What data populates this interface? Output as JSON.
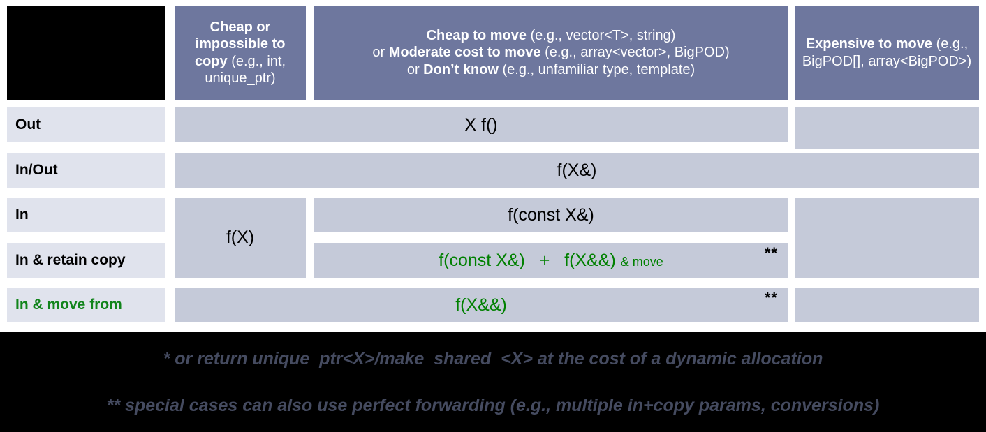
{
  "title": "C++ parameter passing guidelines table",
  "header": {
    "corner_label": "",
    "columns": [
      {
        "id": "cheap-or-impossible-to-copy",
        "strong": "Cheap or impossible to copy",
        "examples": " (e.g., int, unique_ptr)"
      },
      {
        "id": "cheap-to-move",
        "line1_strong": "Cheap to move",
        "line1_rest": " (e.g., vector<T>, string)",
        "line2_prefix": "or ",
        "line2_strong": "Moderate cost to move",
        "line2_rest": " (e.g., array<vector>, BigPOD)",
        "line3_prefix": "or ",
        "line3_strong": "Don’t know",
        "line3_rest": " (e.g., unfamiliar type, template)"
      },
      {
        "id": "expensive-to-move",
        "strong": "Expensive to move",
        "examples": " (e.g., BigPOD[], array<BigPOD>)"
      }
    ]
  },
  "rows": [
    {
      "id": "out",
      "label": "Out"
    },
    {
      "id": "in-out",
      "label": "In/Out"
    },
    {
      "id": "in",
      "label": "In"
    },
    {
      "id": "in-and-retain-copy",
      "label": "In & retain copy"
    },
    {
      "id": "in-and-move-from",
      "label": "In & move from"
    }
  ],
  "cells": {
    "out_signature": "X f()",
    "inout_signature": "f(X&)",
    "in_cheap_signature": "f(X)",
    "in_signature": "f(const X&)",
    "retain_copy_part1": "f(const X&)",
    "retain_copy_plus": "+",
    "retain_copy_part2": "f(X&&)",
    "retain_copy_suffix": "& move",
    "retain_copy_marker": "**",
    "move_from_signature": "f(X&&)",
    "move_from_marker": "**"
  },
  "footnotes": [
    "* or return unique_ptr<X>/make_shared_<X> at the cost of a dynamic allocation",
    "** special cases can also use perfect forwarding (e.g., multiple in+copy params, conversions)"
  ],
  "colors": {
    "header_bg": "#6e779e",
    "cell_bg": "#c5cad9",
    "row_label_bg": "#e0e3ed",
    "accent_green": "#008000",
    "footer_bg": "#000000",
    "footnote_text": "#454b60"
  }
}
